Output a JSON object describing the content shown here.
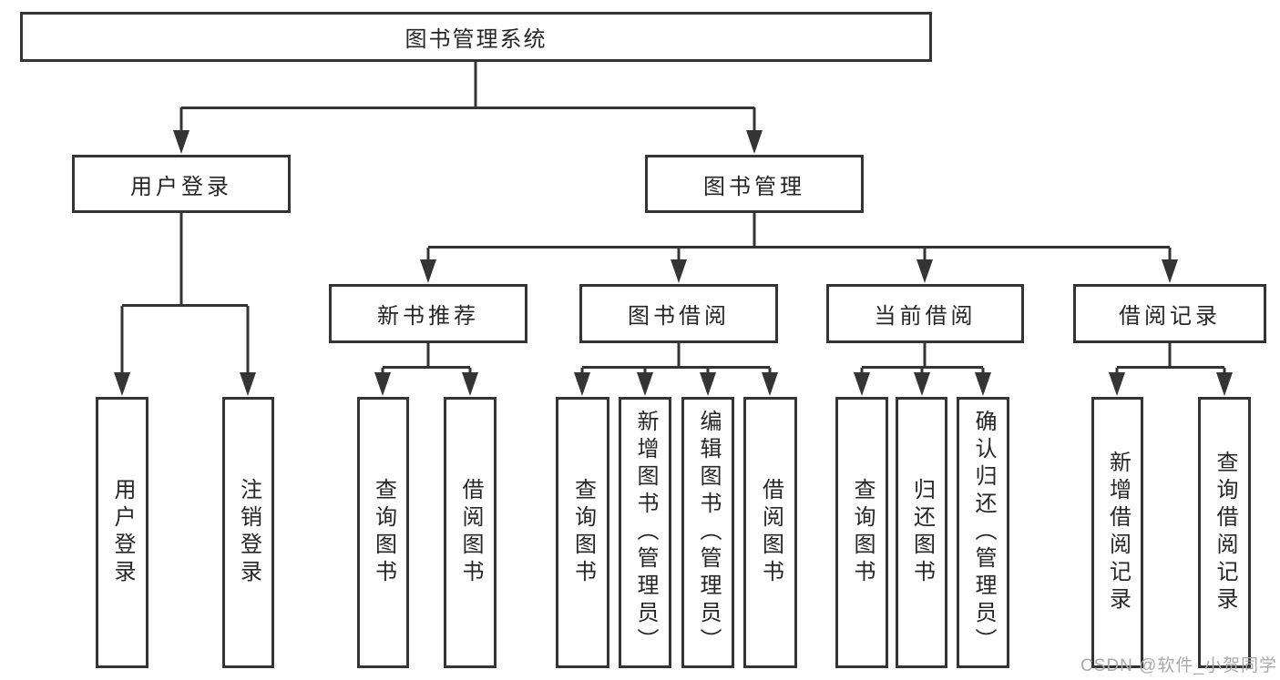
{
  "watermark": "CSDN @软件_小贺同学",
  "colors": {
    "line": "#343434",
    "box_border": "#343434",
    "text": "#262626",
    "watermark_text": "#a9a9a9",
    "background": "#ffffff"
  },
  "tree": {
    "label": "图书管理系统",
    "children": [
      {
        "label": "用户登录",
        "children": [
          {
            "label": "用户登录"
          },
          {
            "label": "注销登录"
          }
        ]
      },
      {
        "label": "图书管理",
        "children": [
          {
            "label": "新书推荐",
            "children": [
              {
                "label": "查询图书"
              },
              {
                "label": "借阅图书"
              }
            ]
          },
          {
            "label": "图书借阅",
            "children": [
              {
                "label": "查询图书"
              },
              {
                "label": "新增图书（管理员）"
              },
              {
                "label": "编辑图书（管理员）"
              },
              {
                "label": "借阅图书"
              }
            ]
          },
          {
            "label": "当前借阅",
            "children": [
              {
                "label": "查询图书"
              },
              {
                "label": "归还图书"
              },
              {
                "label": "确认归还（管理员）"
              }
            ]
          },
          {
            "label": "借阅记录",
            "children": [
              {
                "label": "新增借阅记录"
              },
              {
                "label": "查询借阅记录"
              }
            ]
          }
        ]
      }
    ]
  }
}
